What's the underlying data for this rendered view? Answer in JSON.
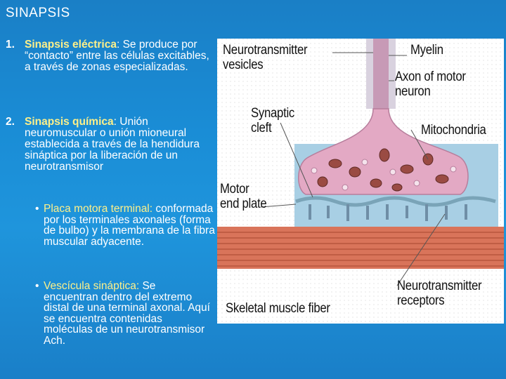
{
  "slide_title": "SINAPSIS",
  "items": [
    {
      "number": "1.",
      "term": "Sinapsis eléctrica",
      "text": ": Se produce por “contacto” entre las células excitables, a través de zonas especializadas."
    },
    {
      "number": "2.",
      "term": "Sinapsis química",
      "text": ": Unión neuromuscular o unión mioneural establecida a través de la hendidura sináptica por la liberación de un neurotransmisor"
    }
  ],
  "bullets": [
    {
      "symbol": "•",
      "term": "Placa motora terminal:",
      "text": " conformada por los terminales axonales (forma de bulbo) y la membrana de la fibra muscular adyacente."
    },
    {
      "symbol": "•",
      "term": "Vescícula sináptica:",
      "text": " Se encuentran dentro del extremo distal de una terminal axonal. Aquí se encuentra contenidas moléculas de un neurotransmisor Ach."
    }
  ],
  "figure": {
    "labels": {
      "neurotransmitter_vesicles": [
        "Neurotransmitter",
        "vesicles"
      ],
      "myelin": "Myelin",
      "axon": [
        "Axon of motor",
        "neuron"
      ],
      "synaptic_cleft": [
        "Synaptic",
        "cleft"
      ],
      "mitochondria": "Mitochondria",
      "motor_end_plate": [
        "Motor",
        "end plate"
      ],
      "neurotransmitter_receptors": [
        "Neurotransmitter",
        "receptors"
      ],
      "skeletal_muscle_fiber": "Skeletal muscle fiber"
    },
    "colors": {
      "axon": "#c79ab6",
      "myelin": "#d9d2df",
      "bulb": "#e3a9c4",
      "cleft": "#a8cfe4",
      "muscle": "#d9745a",
      "mitochondria": "#9a4b43",
      "label_text": "#111111"
    }
  }
}
